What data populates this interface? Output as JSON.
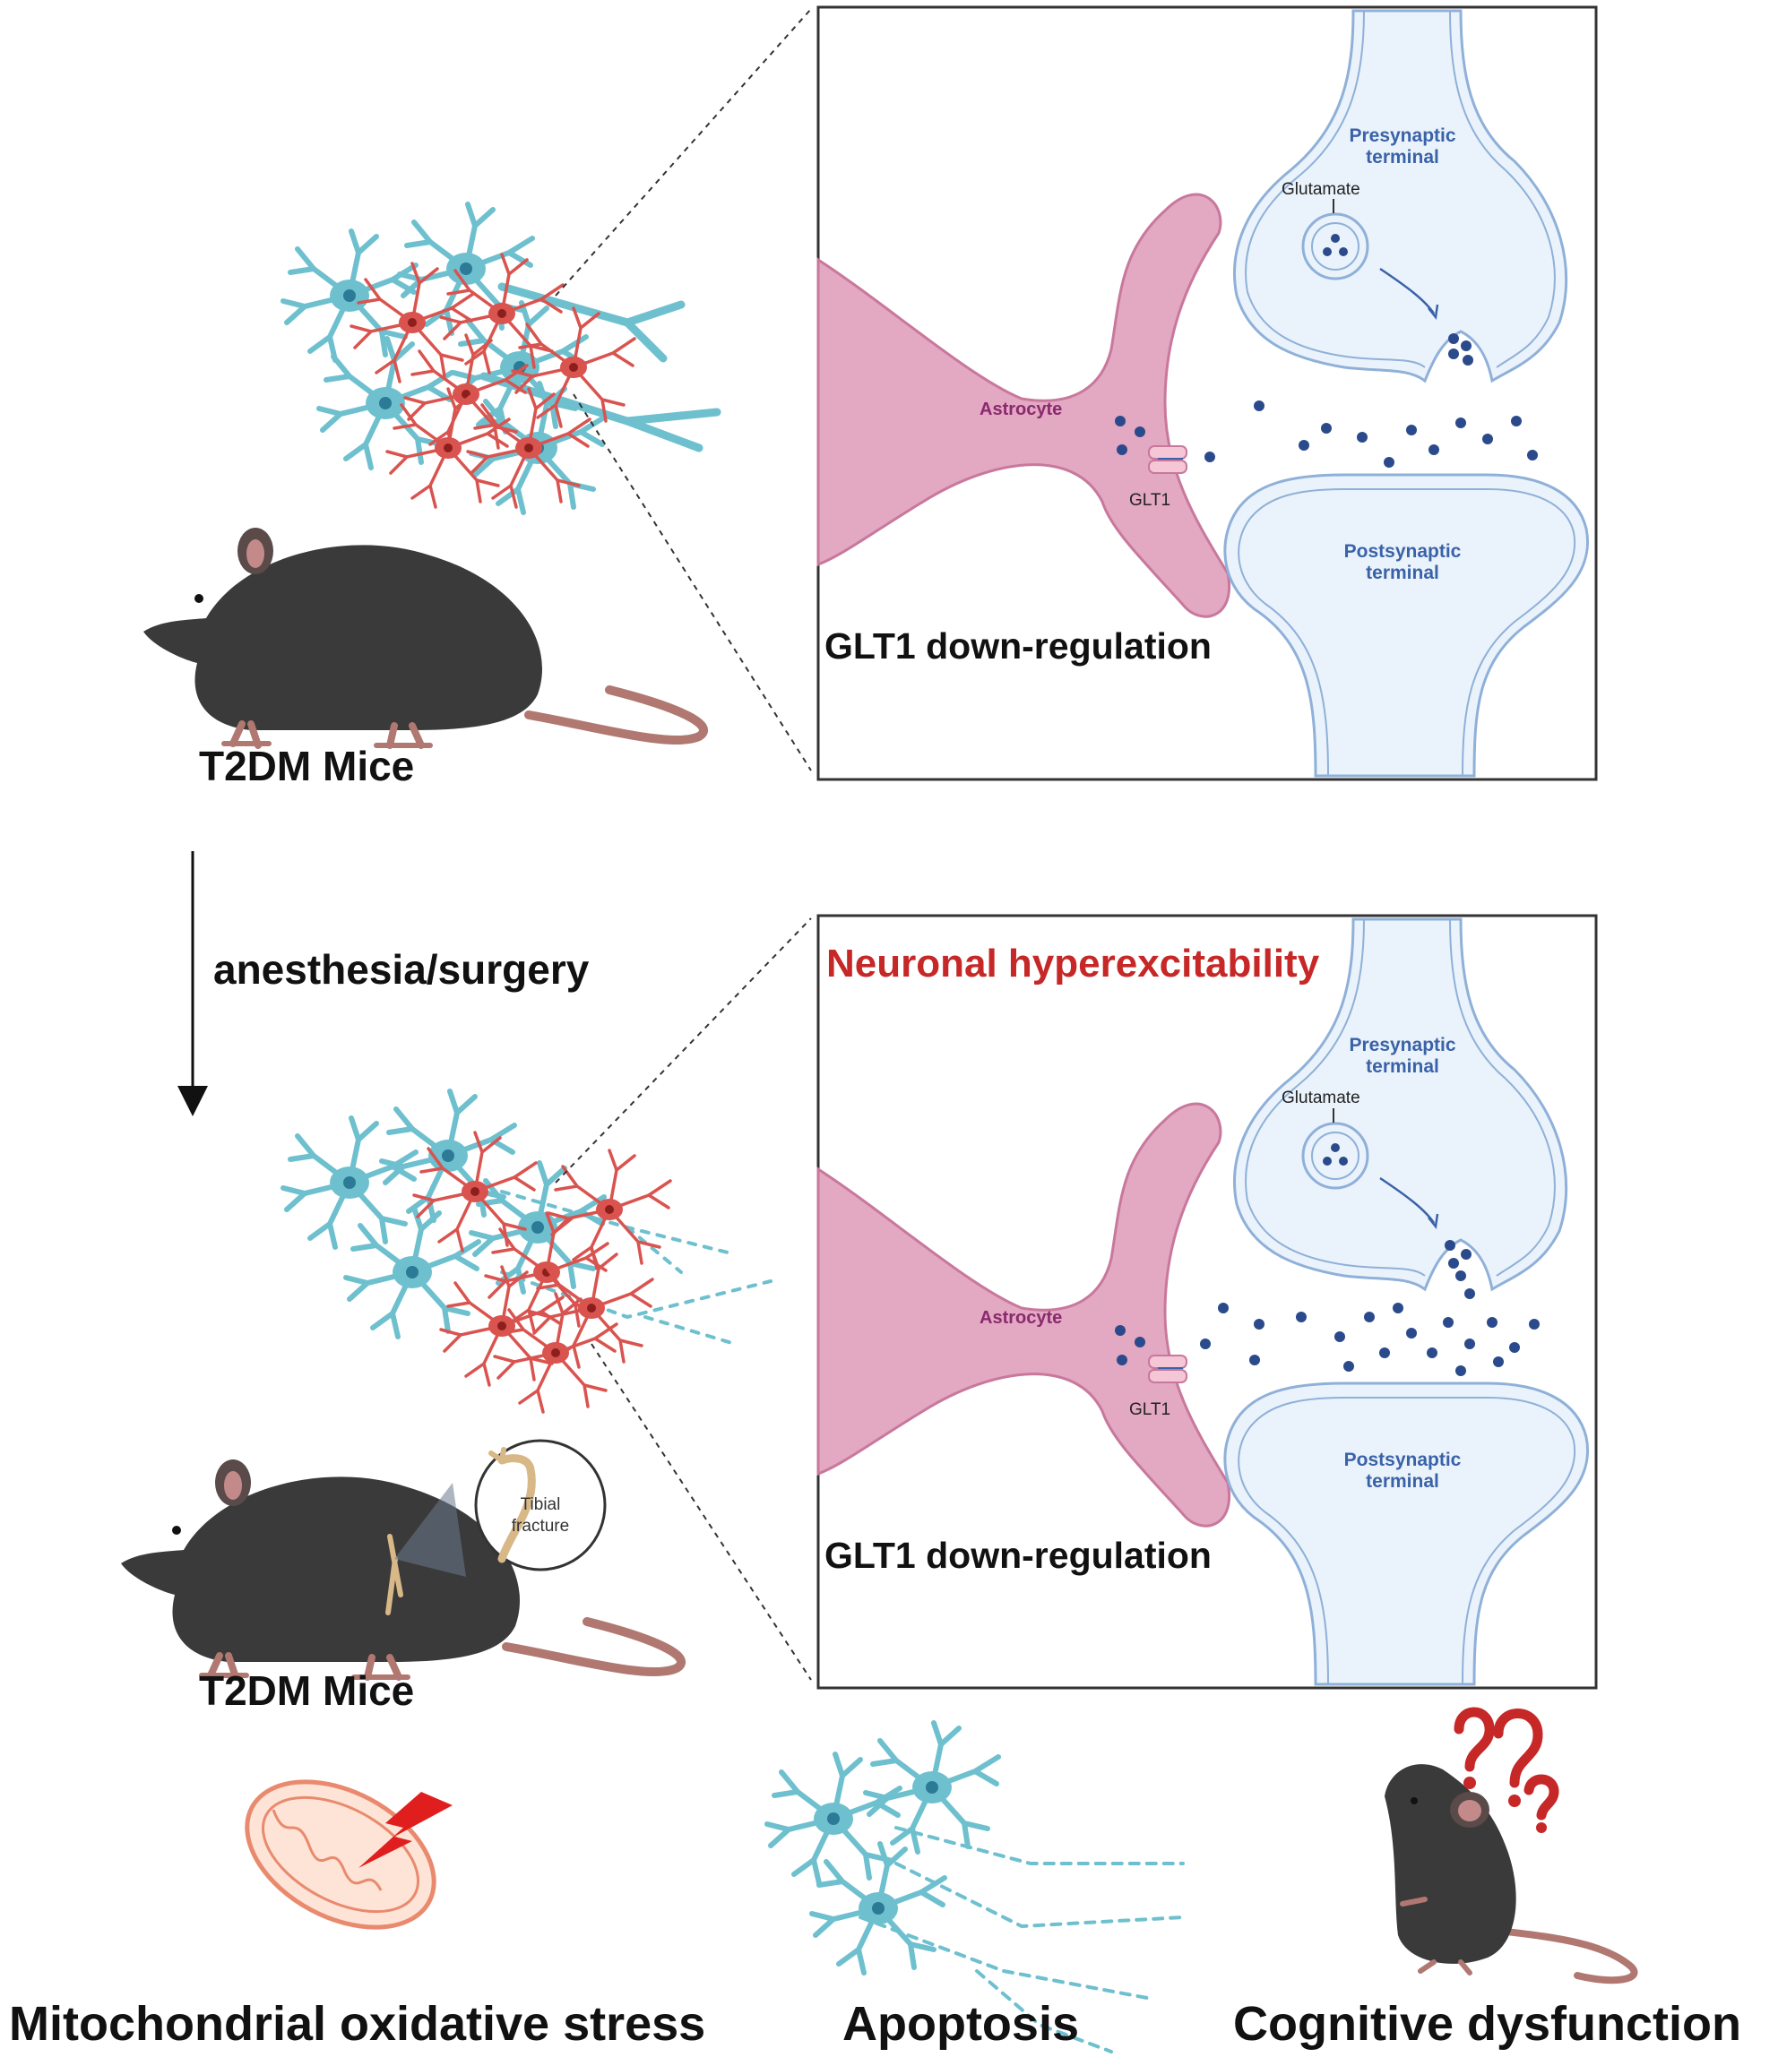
{
  "colors": {
    "astrocyte_fill": "#e3a8c2",
    "astrocyte_stroke": "#c8789c",
    "neuron_blue": "#6ec0cf",
    "neuron_red": "#d9534f",
    "synapse_fill": "#eaf3fb",
    "synapse_stroke": "#8fb0d8",
    "glutamate_dot": "#2b4a8c",
    "mouse_body": "#3a3a3a",
    "mouse_tail": "#b07870",
    "highlight_red": "#c62828"
  },
  "top": {
    "mouse_label": "T2DM Mice",
    "panel": {
      "presynaptic": [
        "Presynaptic",
        "terminal"
      ],
      "glutamate": "Glutamate",
      "astrocyte": "Astrocyte",
      "transporter": "GLT1",
      "postsynaptic": [
        "Postsynaptic",
        "terminal"
      ],
      "caption": "GLT1  down-regulation"
    }
  },
  "transition": {
    "label": "anesthesia/surgery"
  },
  "bottom": {
    "mouse_label": "T2DM Mice",
    "fracture_label": [
      "Tibial",
      "fracture"
    ],
    "panel": {
      "headline": "Neuronal hyperexcitability",
      "presynaptic": [
        "Presynaptic",
        "terminal"
      ],
      "glutamate": "Glutamate",
      "astrocyte": "Astrocyte",
      "transporter": "GLT1",
      "postsynaptic": [
        "Postsynaptic",
        "terminal"
      ],
      "caption": "GLT1  down-regulation"
    }
  },
  "outcomes": [
    {
      "label": "Mitochondrial oxidative stress",
      "icon": "mitochondria-icon"
    },
    {
      "label": "Apoptosis",
      "icon": "apoptotic-neurons-icon"
    },
    {
      "label": "Cognitive dysfunction",
      "icon": "confused-mouse-icon"
    }
  ]
}
